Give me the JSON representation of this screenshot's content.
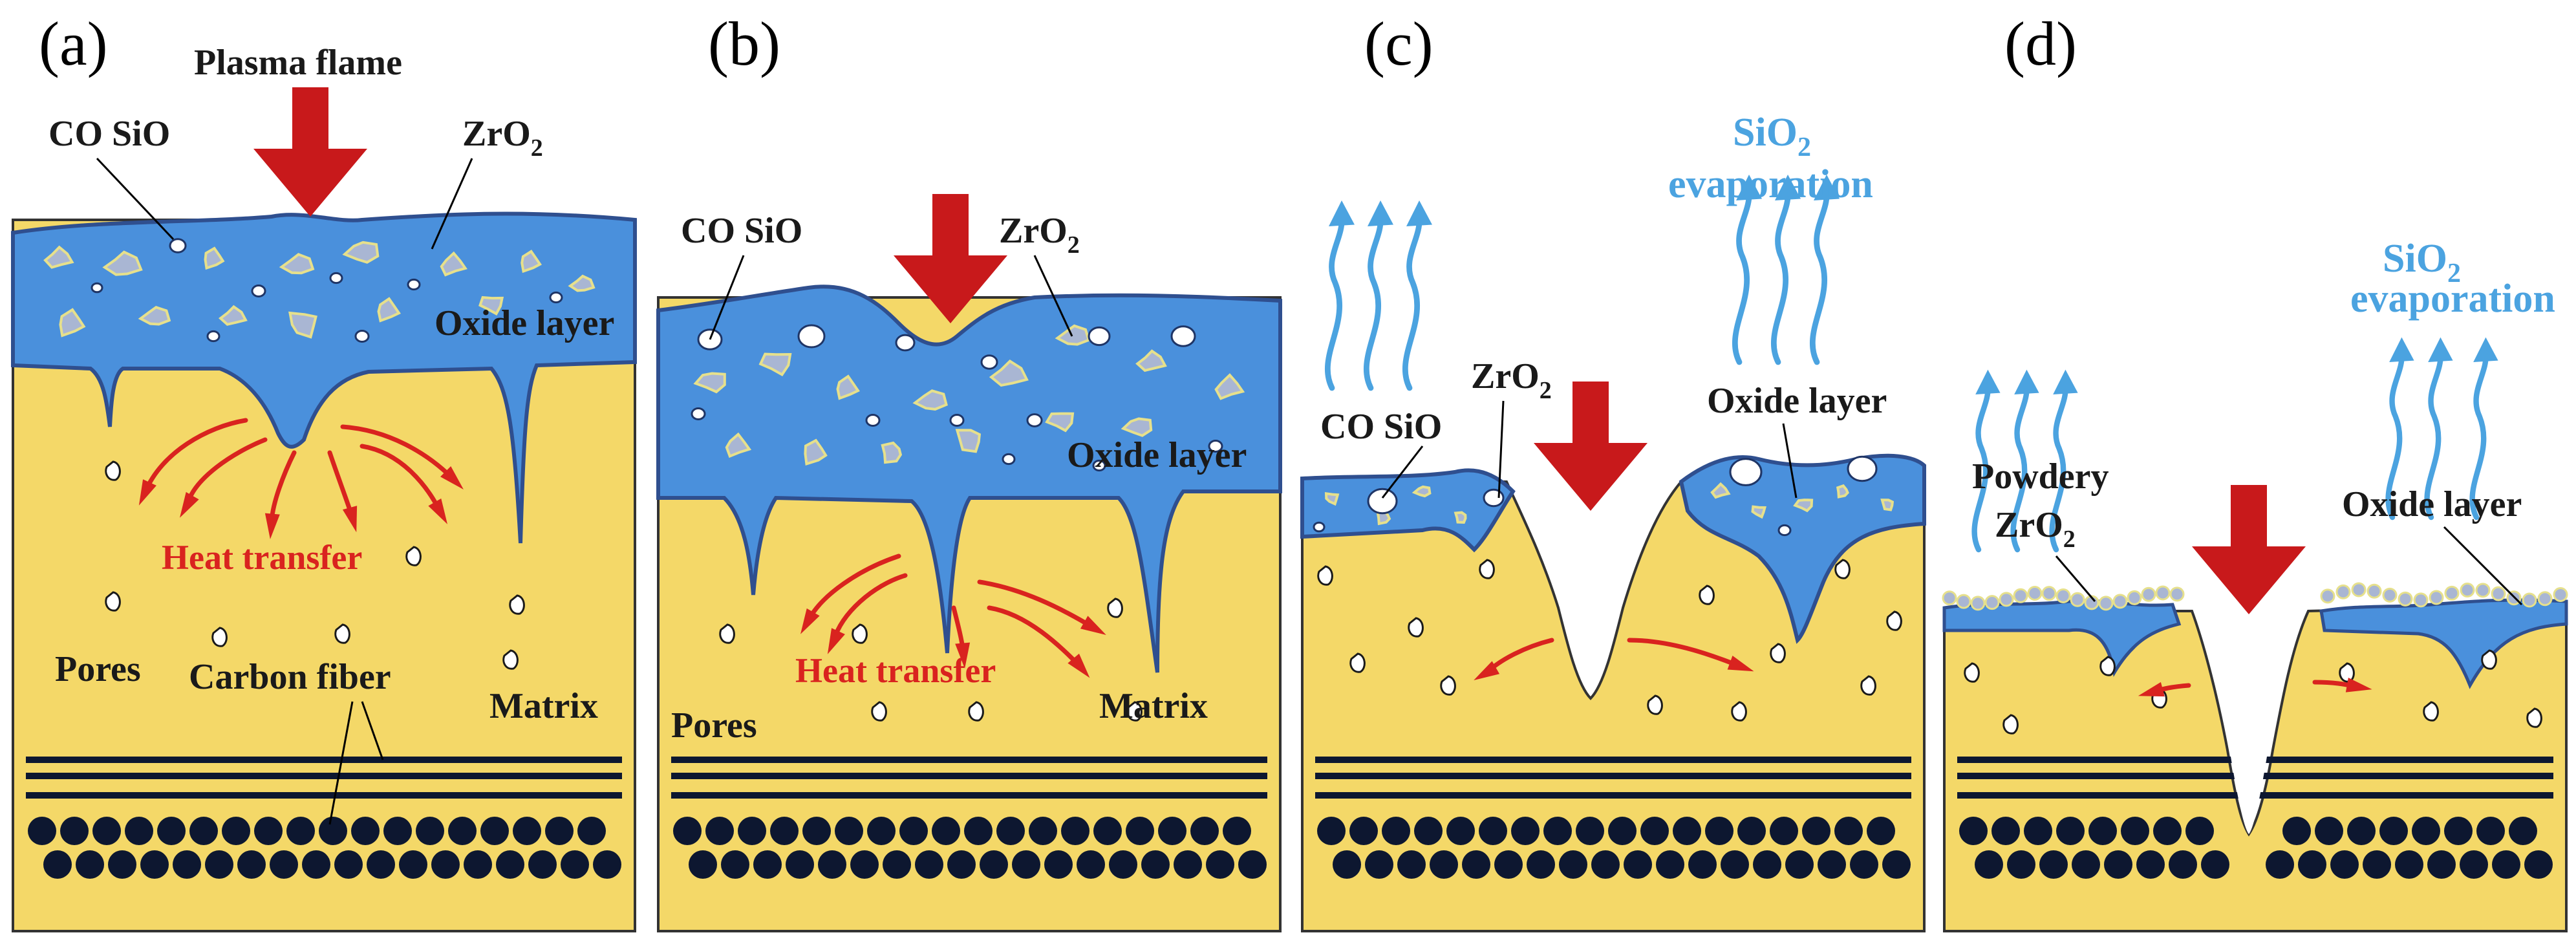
{
  "colors": {
    "matrix": "#f4d868",
    "oxide": "#4a90dc",
    "outline": "#2f4f8f",
    "arrow_red": "#c8191b",
    "heat_arrow": "#d9231f",
    "evaporation": "#4ba3e0",
    "fiber": "#0d1730",
    "zro2_particle": "#a9b6d3",
    "zro2_edge": "#e6e08c"
  },
  "icons": [
    "down-arrow-icon",
    "heat-flow-arrow-icon",
    "evaporation-arrow-icon",
    "pore-icon",
    "zro2-particle-icon",
    "fiber-circle-icon"
  ],
  "panels": {
    "a": {
      "label": "(a)",
      "plasma_flame": "Plasma flame",
      "co_sio": "CO  SiO",
      "zro2": "ZrO",
      "zro2_sub": "2",
      "oxide_layer": "Oxide layer",
      "heat_transfer": "Heat transfer",
      "pores": "Pores",
      "carbon_fiber": "Carbon fiber",
      "matrix": "Matrix"
    },
    "b": {
      "label": "(b)",
      "co_sio": "CO  SiO",
      "zro2": "ZrO",
      "zro2_sub": "2",
      "oxide_layer": "Oxide layer",
      "heat_transfer": "Heat transfer",
      "pores": "Pores",
      "matrix": "Matrix"
    },
    "c": {
      "label": "(c)",
      "sio2": "SiO",
      "sio2_sub": "2",
      "evaporation": "evaporation",
      "co_sio": "CO  SiO",
      "zro2": "ZrO",
      "zro2_sub": "2",
      "oxide_layer": "Oxide layer"
    },
    "d": {
      "label": "(d)",
      "sio2": "SiO",
      "sio2_sub": "2",
      "evaporation": "evaporation",
      "powdery": "Powdery",
      "zro2": "ZrO",
      "zro2_sub": "2",
      "oxide_layer": "Oxide layer"
    }
  }
}
